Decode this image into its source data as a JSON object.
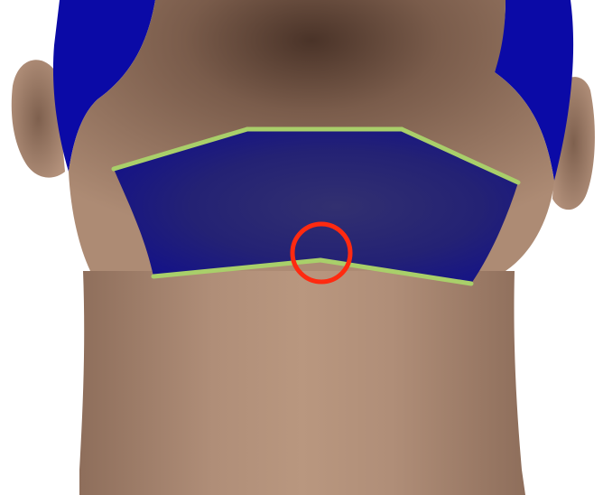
{
  "illustration": {
    "subject": "underside-of-chin-and-neck",
    "colors": {
      "background": "#ffffff",
      "skin": "#a88670",
      "skin_shadow": "#6e5242",
      "hair_region": "#0b0aa6",
      "highlighted_region": "#1f1f7a",
      "outline_lines": "#a9cf6a",
      "marker_circle": "#ff2a10"
    },
    "regions": [
      {
        "name": "left-side-hair-region",
        "color": "hair_region"
      },
      {
        "name": "right-side-hair-region",
        "color": "hair_region"
      },
      {
        "name": "under-jaw-region",
        "color": "highlighted_region"
      }
    ],
    "outline_segments": {
      "upper": 3,
      "lower": 2
    },
    "markers": [
      {
        "name": "center-vertex-marker",
        "shape": "circle",
        "color": "marker_circle"
      }
    ]
  }
}
